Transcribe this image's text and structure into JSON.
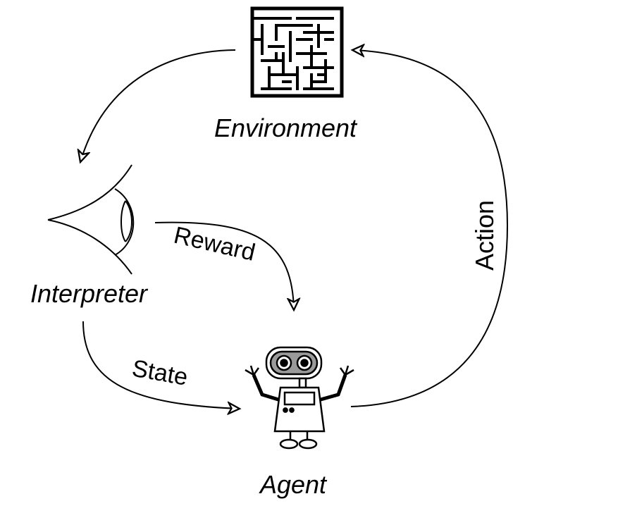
{
  "nodes": {
    "environment": {
      "label": "Environment",
      "icon": "maze-icon"
    },
    "interpreter": {
      "label": "Interpreter",
      "icon": "eye-icon"
    },
    "agent": {
      "label": "Agent",
      "icon": "robot-icon"
    }
  },
  "edges": {
    "reward": {
      "label": "Reward"
    },
    "state": {
      "label": "State"
    },
    "action": {
      "label": "Action"
    }
  },
  "colors": {
    "stroke": "#000000",
    "background": "#ffffff"
  }
}
